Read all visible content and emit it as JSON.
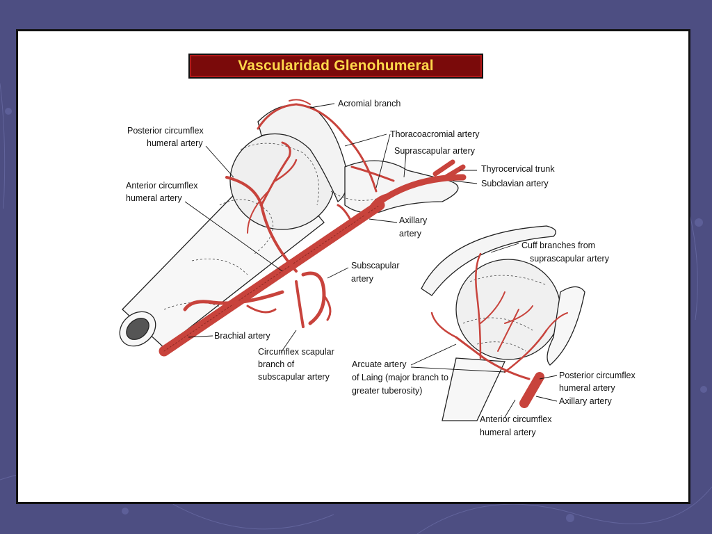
{
  "title": "Vascularidad Glenohumeral",
  "labels": {
    "acromial_branch": "Acromial branch",
    "posterior_circumflex_1": "Posterior circumflex",
    "posterior_circumflex_2": "humeral artery",
    "thoracoacromial": "Thoracoacromial artery",
    "suprascapular": "Suprascapular artery",
    "thyrocervical": "Thyrocervical trunk",
    "subclavian": "Subclavian artery",
    "anterior_circumflex_1": "Anterior circumflex",
    "anterior_circumflex_2": "humeral artery",
    "axillary_1": "Axillary",
    "axillary_2": "artery",
    "subscapular_1": "Subscapular",
    "subscapular_2": "artery",
    "brachial": "Brachial artery",
    "circumflex_scapular_1": "Circumflex scapular",
    "circumflex_scapular_2": "branch of",
    "circumflex_scapular_3": "subscapular artery",
    "cuff_branches_1": "Cuff branches from",
    "cuff_branches_2": "suprascapular artery",
    "arcuate_1": "Arcuate artery",
    "arcuate_2": "of Laing (major branch to",
    "arcuate_3": "greater tuberosity)",
    "inset_posterior_1": "Posterior circumflex",
    "inset_posterior_2": "humeral artery",
    "inset_axillary": "Axillary artery",
    "inset_anterior_1": "Anterior circumflex",
    "inset_anterior_2": "humeral artery"
  },
  "colors": {
    "artery": "#c8433c",
    "title_bg": "#7a0a0a",
    "title_text": "#ffd84a",
    "background": "#4d4e82"
  }
}
